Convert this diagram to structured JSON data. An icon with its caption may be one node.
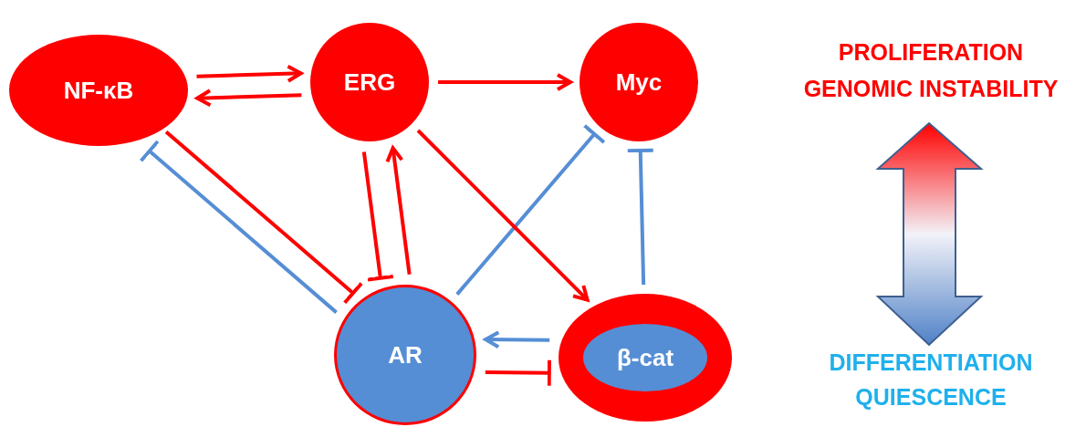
{
  "diagram": {
    "nodes": [
      {
        "text": [
          "NF-κB"
        ]
      },
      {
        "text": [
          "ERG"
        ]
      },
      {
        "text": [
          "Myc"
        ]
      },
      {
        "text": [
          "AR"
        ]
      },
      {
        "text": [
          "β-cat"
        ]
      }
    ],
    "edges": [
      {
        "from": 0,
        "to": 1,
        "arrow": "to"
      },
      {
        "from": 1,
        "to": 0,
        "arrow": "to"
      },
      {
        "from": 1,
        "to": 2,
        "arrow": "to"
      },
      {
        "from": 3,
        "to": 0,
        "arrow": "other",
        "color": "#558ed5"
      },
      {
        "from": 0,
        "to": 3,
        "arrow": "other"
      },
      {
        "from": 1,
        "to": 3,
        "arrow": "other"
      },
      {
        "from": 3,
        "to": 1,
        "arrow": "to"
      },
      {
        "from": 3,
        "to": 2,
        "arrow": "other",
        "color": "#558ed5"
      },
      {
        "from": 1,
        "to": 4,
        "arrow": "to"
      },
      {
        "from": 4,
        "to": 2,
        "arrow": "other",
        "color": "#558ed5"
      },
      {
        "from": 4,
        "to": 3,
        "arrow": "to",
        "color": "#558ed5"
      },
      {
        "from": 3,
        "to": 4,
        "arrow": "other"
      }
    ],
    "labels": [
      "PROLIFERATION",
      "GENOMIC INSTABILITY",
      "DIFFERENTIATION",
      "QUIESCENCE"
    ]
  }
}
